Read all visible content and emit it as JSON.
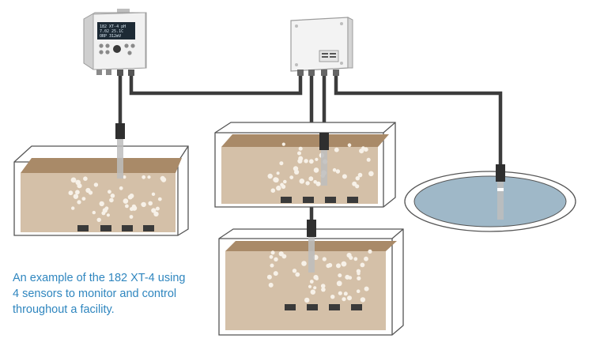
{
  "caption": {
    "lines": [
      "An example of the 182 XT-4 using",
      "4 sensors to monitor and control",
      "throughout a facility."
    ]
  },
  "colors": {
    "caption_text": "#2f86bf",
    "cable": "#3c3c3c",
    "tank_fill": "#d4c0a8",
    "tank_top_fill": "#a98a68",
    "pond_fill": "#9fb8c8",
    "enclosure": "#f3f3f3"
  },
  "icons": [
    "analyzer-unit-icon",
    "junction-box-icon",
    "sensor-probe-icon",
    "aeration-diffuser-icon"
  ]
}
